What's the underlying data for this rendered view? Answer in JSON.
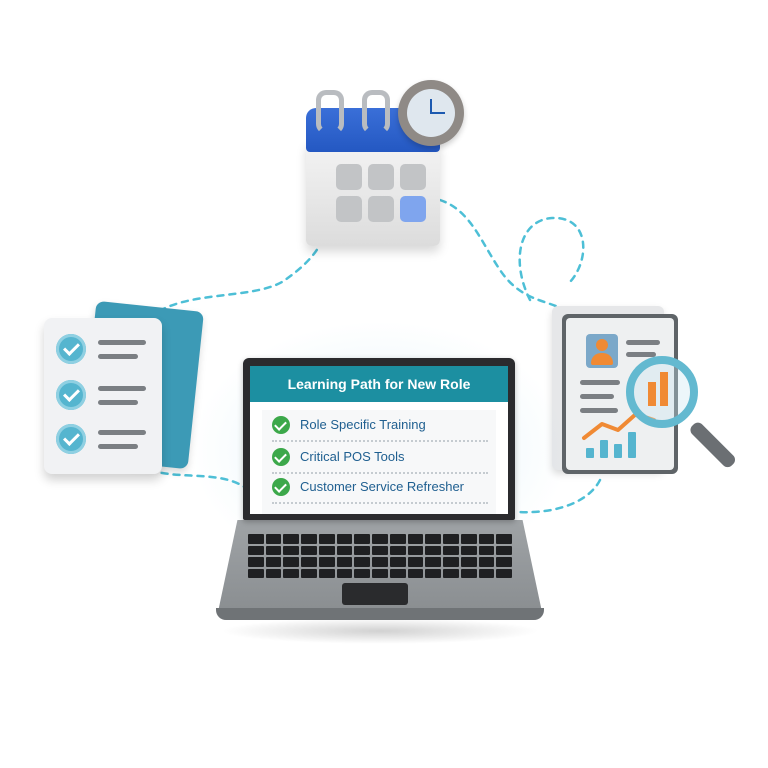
{
  "screen": {
    "title": "Learning Path for New Role",
    "tasks": [
      {
        "label": "Role Specific Training",
        "done": true
      },
      {
        "label": "Critical POS Tools",
        "done": true
      },
      {
        "label": "Customer Service Refresher",
        "done": true
      }
    ]
  },
  "icons": {
    "calendar": "calendar-icon",
    "clock": "clock-icon",
    "checklist": "checklist-document-icon",
    "report": "report-document-icon",
    "magnifier": "magnifying-glass-icon",
    "laptop": "laptop-icon"
  },
  "colors": {
    "header_teal": "#1c8fa1",
    "check_green": "#3ca84a",
    "task_text_blue": "#1f5f90",
    "connector_cyan": "#4dbfd6",
    "calendar_blue": "#2a5fcc",
    "accent_orange": "#f08a34"
  }
}
